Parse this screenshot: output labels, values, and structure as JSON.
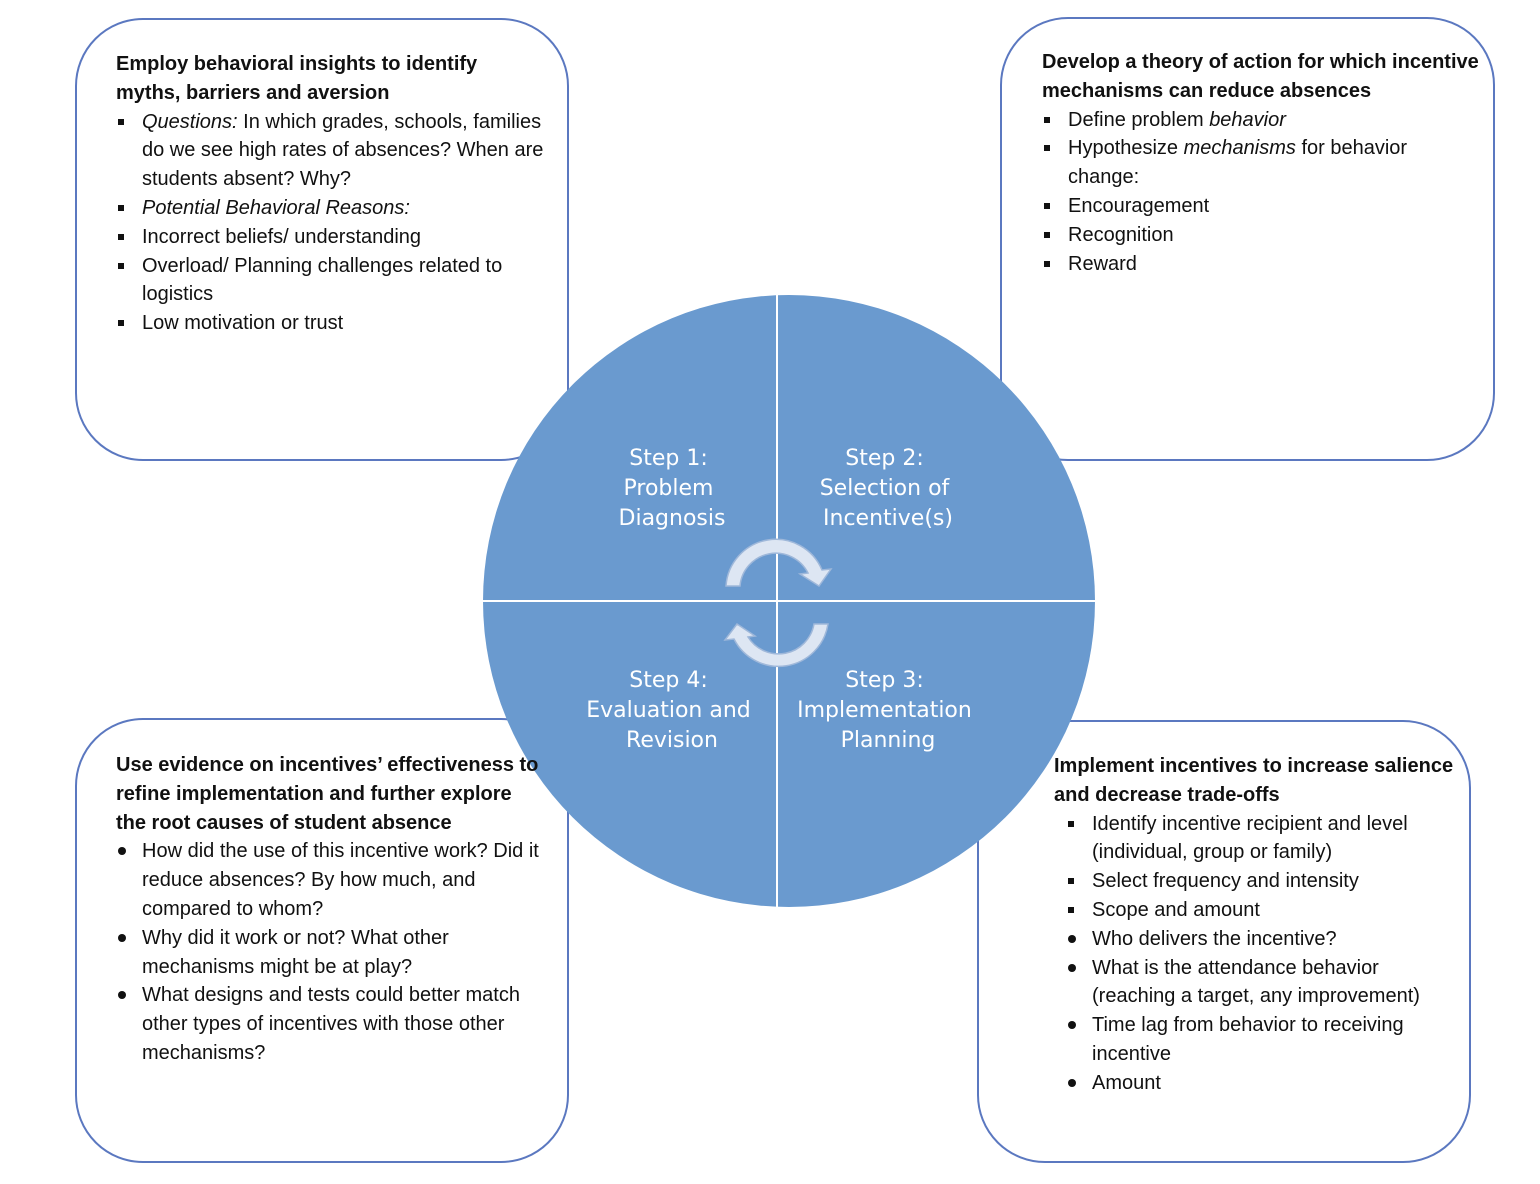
{
  "boxes": {
    "top_left": {
      "title": "Employ behavioral insights to identify myths, barriers and aversion",
      "items": [
        {
          "em": "Questions:",
          "text": " In which grades, schools, families do we see high rates of absences? When are students absent? Why?"
        },
        {
          "em": "Potential Behavioral Reasons:",
          "text": ""
        },
        {
          "em": "",
          "text": "Incorrect beliefs/ understanding"
        },
        {
          "em": "",
          "text": "Overload/ Planning challenges related to logistics"
        },
        {
          "em": "",
          "text": "Low motivation or trust"
        }
      ]
    },
    "top_right": {
      "title": "Develop a theory of action for which incentive mechanisms can reduce absences",
      "items": [
        {
          "pre": "Define problem ",
          "em": "behavior",
          "post": ""
        },
        {
          "pre": "Hypothesize ",
          "em": "mechanisms",
          "post": " for behavior change:"
        },
        {
          "pre": "Encouragement",
          "em": "",
          "post": ""
        },
        {
          "pre": "Recognition",
          "em": "",
          "post": ""
        },
        {
          "pre": "Reward",
          "em": "",
          "post": ""
        }
      ]
    },
    "bottom_left": {
      "title": "Use evidence on incentives’ effectiveness to refine implementation and further explore the root causes of student absence",
      "items": [
        "How did the use of this incentive work? Did it reduce absences? By how much, and compared to whom?",
        "Why did it work or not? What other mechanisms might be at play?",
        "What designs and tests could better match other types of incentives with those other mechanisms?"
      ]
    },
    "bottom_right": {
      "title": "Implement incentives to increase salience and decrease trade-offs",
      "square_items": [
        "Identify incentive recipient and level (individual, group or family)",
        "Select frequency and intensity",
        "Scope and amount"
      ],
      "round_items": [
        "Who delivers the incentive?",
        "What is the attendance behavior (reaching a target, any improvement)",
        "Time lag from behavior to receiving incentive",
        "Amount"
      ]
    }
  },
  "wheel": {
    "fill_color": "#6a9acf",
    "steps": [
      {
        "lines": [
          "Step 1:",
          "Problem",
          "Diagnosis"
        ]
      },
      {
        "lines": [
          "Step 2:",
          "Selection of",
          "Incentive(s)"
        ]
      },
      {
        "lines": [
          "Step 3:",
          "Implementation",
          "Planning"
        ]
      },
      {
        "lines": [
          "Step 4:",
          "Evaluation and",
          "Revision"
        ]
      }
    ]
  },
  "icons": [
    "refresh-arrow-icon-top",
    "refresh-arrow-icon-bottom"
  ]
}
